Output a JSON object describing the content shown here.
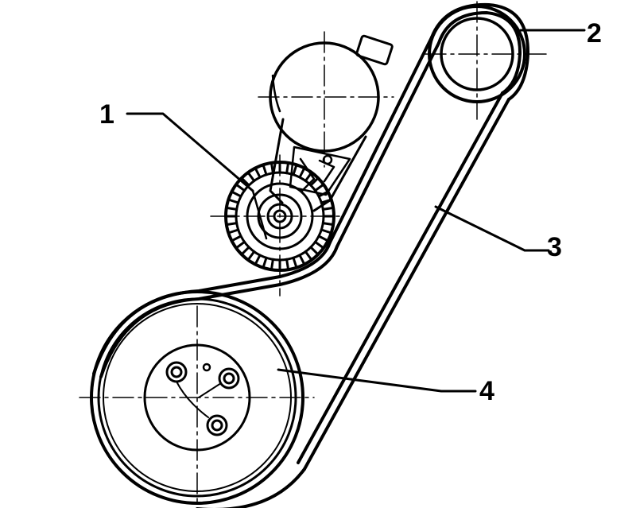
{
  "diagram": {
    "callouts": [
      {
        "id": "1",
        "text": "1"
      },
      {
        "id": "2",
        "text": "2"
      },
      {
        "id": "3",
        "text": "3"
      },
      {
        "id": "4",
        "text": "4"
      }
    ],
    "colors": {
      "line": "#000000",
      "background": "#ffffff"
    }
  }
}
